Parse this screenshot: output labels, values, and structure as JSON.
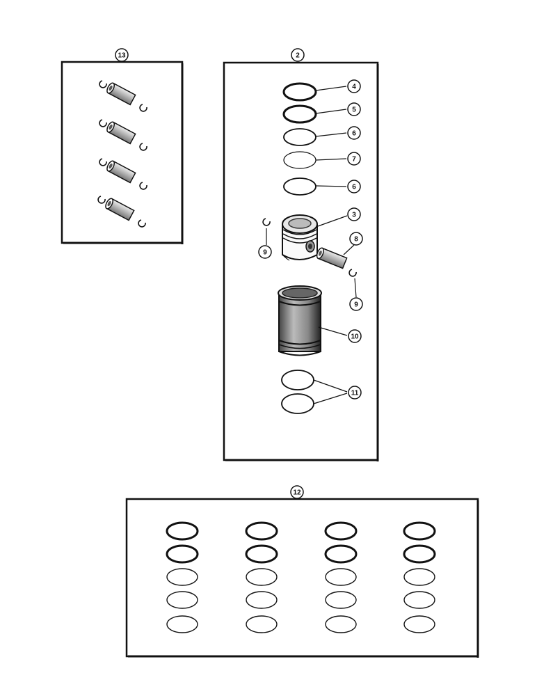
{
  "callouts": {
    "c13": "13",
    "c2": "2",
    "c12": "12",
    "c4": "4",
    "c5": "5",
    "c6a": "6",
    "c7": "7",
    "c6b": "6",
    "c3": "3",
    "c8": "8",
    "c9a": "9",
    "c9b": "9",
    "c10": "10",
    "c11": "11"
  },
  "colors": {
    "line": "#111111",
    "background": "#ffffff"
  }
}
